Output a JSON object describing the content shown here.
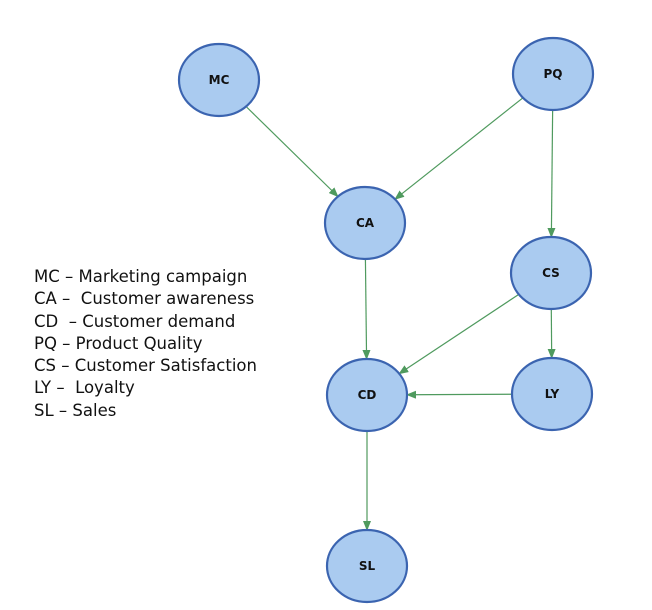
{
  "nodes": [
    {
      "id": "MC",
      "label": "MC"
    },
    {
      "id": "PQ",
      "label": "PQ"
    },
    {
      "id": "CA",
      "label": "CA"
    },
    {
      "id": "CS",
      "label": "CS"
    },
    {
      "id": "CD",
      "label": "CD"
    },
    {
      "id": "LY",
      "label": "LY"
    },
    {
      "id": "SL",
      "label": "SL"
    }
  ],
  "edges": [
    {
      "from": "MC",
      "to": "CA"
    },
    {
      "from": "PQ",
      "to": "CA"
    },
    {
      "from": "PQ",
      "to": "CS"
    },
    {
      "from": "CA",
      "to": "CD"
    },
    {
      "from": "CS",
      "to": "CD"
    },
    {
      "from": "CS",
      "to": "LY"
    },
    {
      "from": "LY",
      "to": "CD"
    },
    {
      "from": "CD",
      "to": "SL"
    }
  ],
  "colors": {
    "node_fill": "#aacbf0",
    "node_stroke": "#3b64b0",
    "edge": "#4f9a5e"
  },
  "legend": [
    "MC – Marketing campaign",
    "CA –  Customer awareness",
    "CD  – Customer demand",
    "PQ – Product Quality",
    "CS – Customer Satisfaction",
    "LY –  Loyalty",
    "SL – Sales"
  ]
}
